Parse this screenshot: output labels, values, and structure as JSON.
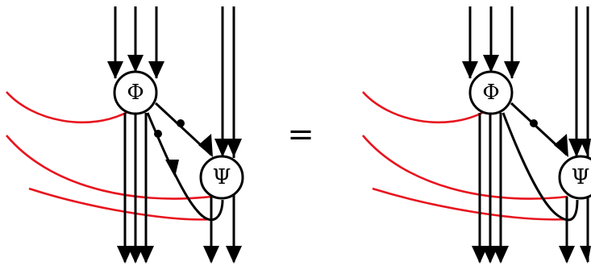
{
  "equation": {
    "lhs": {
      "phi_label": "Φ",
      "psi_label": "Ψ"
    },
    "equals": "=",
    "rhs": {
      "phi_label": "Φ",
      "psi_label": "Ψ"
    }
  },
  "colors": {
    "wire": "#000000",
    "red_wire": "#e8141e",
    "background": "#ffffff"
  }
}
